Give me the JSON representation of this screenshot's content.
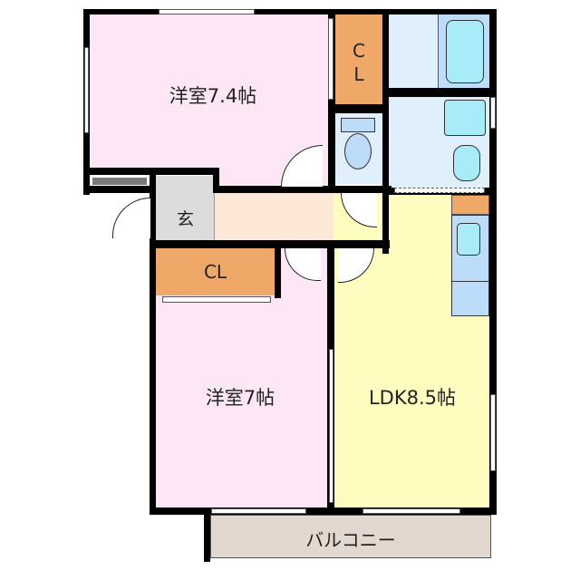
{
  "floorplan": {
    "rooms": [
      {
        "id": "bedroom-1",
        "label": "洋室7.4帖",
        "color": "#fde6f6"
      },
      {
        "id": "bedroom-2",
        "label": "洋室7帖",
        "color": "#fde6f6"
      },
      {
        "id": "ldk",
        "label": "LDK8.5帖",
        "color": "#fffcbf"
      },
      {
        "id": "closet-upper",
        "label": "C\nL",
        "label_top": "C",
        "label_bottom": "L",
        "color": "#f0a868"
      },
      {
        "id": "closet-lower",
        "label": "CL",
        "color": "#f0a868"
      },
      {
        "id": "entrance",
        "label": "玄",
        "color": "#dcdcdc"
      },
      {
        "id": "hallway",
        "label": "",
        "color": "#fde8d8"
      },
      {
        "id": "toilet",
        "label": "",
        "color": "#dff0fc"
      },
      {
        "id": "washroom",
        "label": "",
        "color": "#dff0fc"
      },
      {
        "id": "bathroom",
        "label": "",
        "color": "#dff0fc"
      },
      {
        "id": "balcony",
        "label": "バルコニー",
        "color": "#e2d8d0"
      }
    ],
    "colors": {
      "wall": "#000000",
      "fixture_fill": "#a8ecfa",
      "fixture_base": "#bcdcfa",
      "storage_gray": "#7a7a7a"
    }
  }
}
